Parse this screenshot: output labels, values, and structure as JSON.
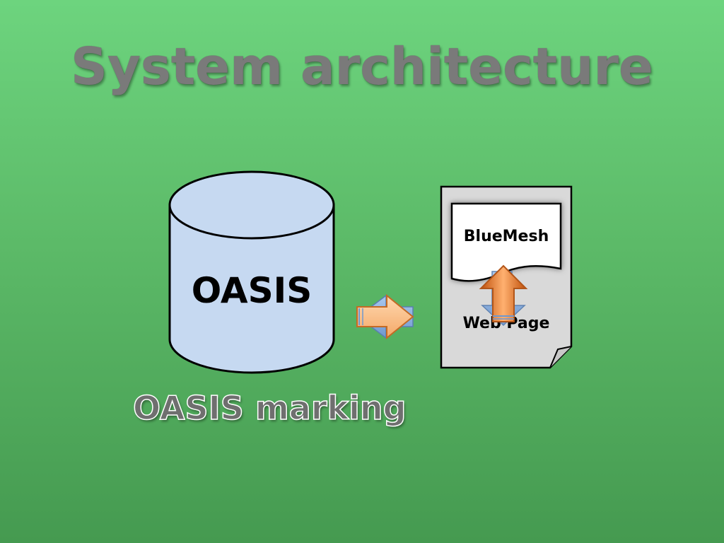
{
  "slide": {
    "title": "System architecture",
    "caption": "OASIS marking"
  },
  "diagram": {
    "database_label": "OASIS",
    "document_inner_label": "BlueMesh",
    "document_outer_label": "Web Page"
  },
  "colors": {
    "background_top": "#6dd47e",
    "background_bottom": "#459a50",
    "database_fill": "#c6d9f1",
    "document_fill": "#d9d9d9",
    "arrow_orange": "#f79646",
    "arrow_blue": "#8db3e2"
  }
}
